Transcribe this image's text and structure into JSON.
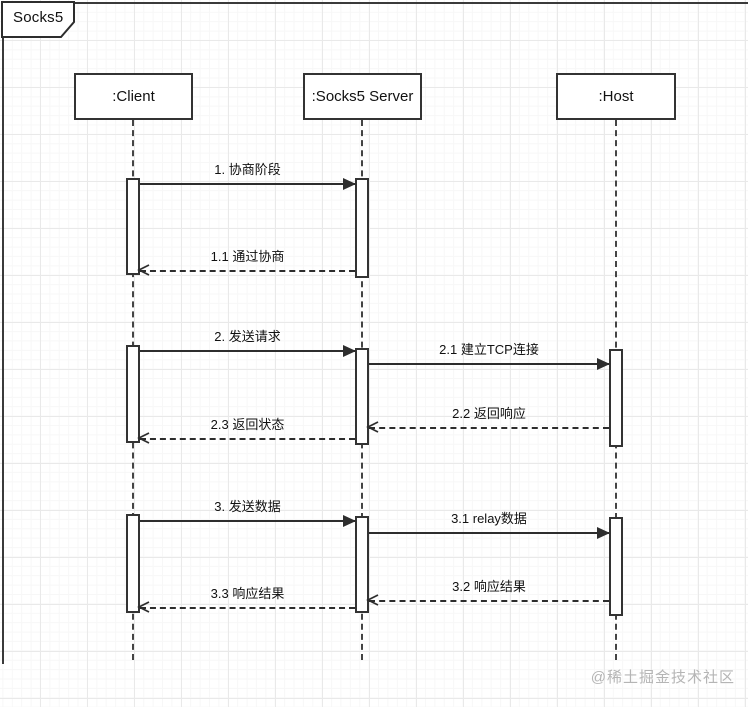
{
  "frame": {
    "title": "Socks5",
    "type": "uml-sequence-diagram"
  },
  "actors": [
    {
      "name": ":Client"
    },
    {
      "name": ":Socks5 Server"
    },
    {
      "name": ":Host"
    }
  ],
  "messages": [
    {
      "label": "1. 协商阶段",
      "from": ":Client",
      "to": ":Socks5 Server",
      "type": "solid"
    },
    {
      "label": "1.1 通过协商",
      "from": ":Socks5 Server",
      "to": ":Client",
      "type": "dashed-return"
    },
    {
      "label": "2. 发送请求",
      "from": ":Client",
      "to": ":Socks5 Server",
      "type": "solid"
    },
    {
      "label": "2.1 建立TCP连接",
      "from": ":Socks5 Server",
      "to": ":Host",
      "type": "solid"
    },
    {
      "label": "2.2 返回响应",
      "from": ":Host",
      "to": ":Socks5 Server",
      "type": "dashed-return"
    },
    {
      "label": "2.3 返回状态",
      "from": ":Socks5 Server",
      "to": ":Client",
      "type": "dashed-return"
    },
    {
      "label": "3. 发送数据",
      "from": ":Client",
      "to": ":Socks5 Server",
      "type": "solid"
    },
    {
      "label": "3.1 relay数据",
      "from": ":Socks5 Server",
      "to": ":Host",
      "type": "solid"
    },
    {
      "label": "3.2 响应结果",
      "from": ":Host",
      "to": ":Socks5 Server",
      "type": "dashed-return"
    },
    {
      "label": "3.3 响应结果",
      "from": ":Socks5 Server",
      "to": ":Client",
      "type": "dashed-return"
    }
  ],
  "watermark": "@稀土掘金技术社区",
  "colors": {
    "line": "#2d2d2d",
    "box_border": "#333333",
    "background": "#ffffff",
    "grid_major": "#e9e9e9",
    "grid_minor": "#f7f7f7",
    "watermark": "#b5b5b5"
  }
}
